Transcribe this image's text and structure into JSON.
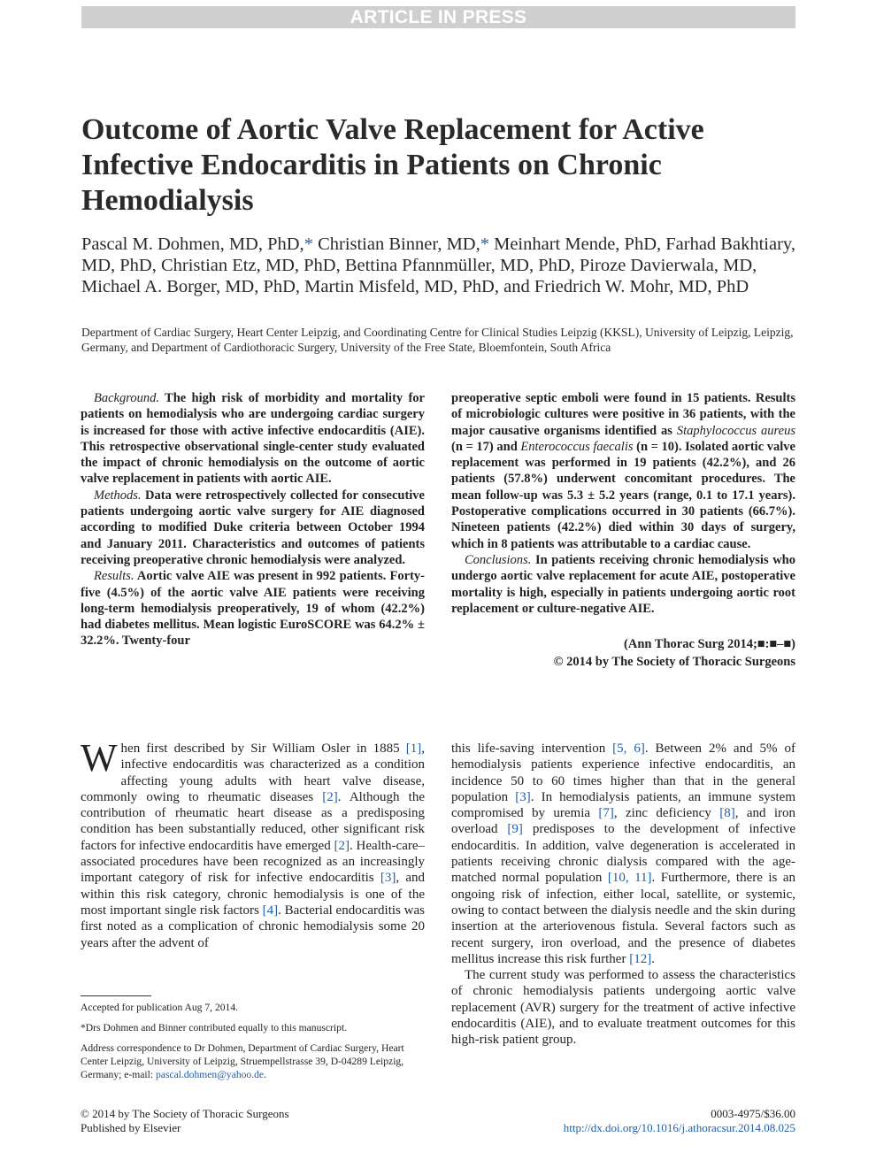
{
  "banner": "ARTICLE IN PRESS",
  "title": "Outcome of Aortic Valve Replacement for Active Infective Endocarditis in Patients on Chronic Hemodialysis",
  "authors": {
    "a1": "Pascal M. Dohmen, MD, PhD,",
    "star1": "*",
    "a2": " Christian Binner, MD,",
    "star2": "*",
    "a3": " Meinhart Mende, PhD, Farhad Bakhtiary, MD, PhD, Christian Etz, MD, PhD, Bettina Pfannmüller, MD, PhD, Piroze Davierwala, MD, Michael A. Borger, MD, PhD, Martin Misfeld, MD, PhD, and Friedrich W. Mohr, MD, PhD"
  },
  "affiliation": "Department of Cardiac Surgery, Heart Center Leipzig, and Coordinating Centre for Clinical Studies Leipzig (KKSL), University of Leipzig, Leipzig, Germany, and Department of Cardiothoracic Surgery, University of the Free State, Bloemfontein, South Africa",
  "abstract": {
    "background_head": "Background.",
    "background": " The high risk of morbidity and mortality for patients on hemodialysis who are undergoing cardiac surgery is increased for those with active infective endocarditis (AIE). This retrospective observational single-center study evaluated the impact of chronic hemodialysis on the outcome of aortic valve replacement in patients with aortic AIE.",
    "methods_head": "Methods.",
    "methods": " Data were retrospectively collected for consecutive patients undergoing aortic valve surgery for AIE diagnosed according to modified Duke criteria between October 1994 and January 2011. Characteristics and outcomes of patients receiving preoperative chronic hemodialysis were analyzed.",
    "results_head": "Results.",
    "results_a": " Aortic valve AIE was present in 992 patients. Forty-five (4.5%) of the aortic valve AIE patients were receiving long-term hemodialysis preoperatively, 19 of whom (42.2%) had diabetes mellitus. Mean logistic EuroSCORE was 64.2% ± 32.2%. Twenty-four",
    "results_b1": "preoperative septic emboli were found in 15 patients. Results of microbiologic cultures were positive in 36 patients, with the major causative organisms identified as ",
    "org1": "Staphylococcus aureus",
    "results_b2": " (n = 17) and ",
    "org2": "Enterococcus faecalis",
    "results_b3": " (n = 10). Isolated aortic valve replacement was performed in 19 patients (42.2%), and 26 patients (57.8%) underwent concomitant procedures. The mean follow-up was 5.3 ± 5.2 years (range, 0.1 to 17.1 years). Postoperative complications occurred in 30 patients (66.7%). Nineteen patients (42.2%) died within 30 days of surgery, which in 8 patients was attributable to a cardiac cause.",
    "conclusions_head": "Conclusions.",
    "conclusions": " In patients receiving chronic hemodialysis who undergo aortic valve replacement for acute AIE, postoperative mortality is high, especially in patients undergoing aortic root replacement or culture-negative AIE.",
    "citation": "(Ann Thorac Surg 2014;■:■–■)",
    "copyright": "© 2014 by The Society of Thoracic Surgeons"
  },
  "body_left": {
    "dropcap": "W",
    "t1": "hen first described by Sir William Osler in 1885 ",
    "r1": "[1]",
    "t2": ", infective endocarditis was characterized as a condition affecting young adults with heart valve disease, commonly owing to rheumatic diseases ",
    "r2": "[2]",
    "t3": ". Although the contribution of rheumatic heart disease as a predisposing condition has been substantially reduced, other significant risk factors for infective endocarditis have emerged ",
    "r3": "[2]",
    "t4": ". Health-care–associated procedures have been recognized as an increasingly important category of risk for infective endocarditis ",
    "r4": "[3]",
    "t5": ", and within this risk category, chronic hemodialysis is one of the most important single risk factors ",
    "r5": "[4]",
    "t6": ". Bacterial endocarditis was first noted as a complication of chronic hemodialysis some 20 years after the advent of"
  },
  "body_right": {
    "t1": "this life-saving intervention ",
    "r1": "[5, 6]",
    "t2": ". Between 2% and 5% of hemodialysis patients experience infective endocarditis, an incidence 50 to 60 times higher than that in the general population ",
    "r2": "[3]",
    "t3": ". In hemodialysis patients, an immune system compromised by uremia ",
    "r3": "[7]",
    "t4": ", zinc deficiency ",
    "r4": "[8]",
    "t5": ", and iron overload ",
    "r5": "[9]",
    "t6": " predisposes to the development of infective endocarditis. In addition, valve degeneration is accelerated in patients receiving chronic dialysis compared with the age-matched normal population ",
    "r6": "[10, 11]",
    "t7": ". Furthermore, there is an ongoing risk of infection, either local, satellite, or systemic, owing to contact between the dialysis needle and the skin during insertion at the arteriovenous fistula. Several factors such as recent surgery, iron overload, and the presence of diabetes mellitus increase this risk further ",
    "r7": "[12]",
    "t8": ".",
    "p2": "The current study was performed to assess the characteristics of chronic hemodialysis patients undergoing aortic valve replacement (AVR) surgery for the treatment of active infective endocarditis (AIE), and to evaluate treatment outcomes for this high-risk patient group."
  },
  "footnotes": {
    "accepted": "Accepted for publication Aug 7, 2014.",
    "equal": "*Drs Dohmen and Binner contributed equally to this manuscript.",
    "address": "Address correspondence to Dr Dohmen, Department of Cardiac Surgery, Heart Center Leipzig, University of Leipzig, Struempellstrasse 39, D-04289 Leipzig, Germany; e-mail: ",
    "email": "pascal.dohmen@yahoo.de",
    "address_end": "."
  },
  "footer": {
    "copyright": "© 2014 by The Society of Thoracic Surgeons",
    "publisher": "Published by Elsevier",
    "issn": "0003-4975/$36.00",
    "doi": "http://dx.doi.org/10.1016/j.athoracsur.2014.08.025"
  },
  "colors": {
    "link": "#1f5ea8",
    "banner_bg": "#cfcfcf"
  }
}
